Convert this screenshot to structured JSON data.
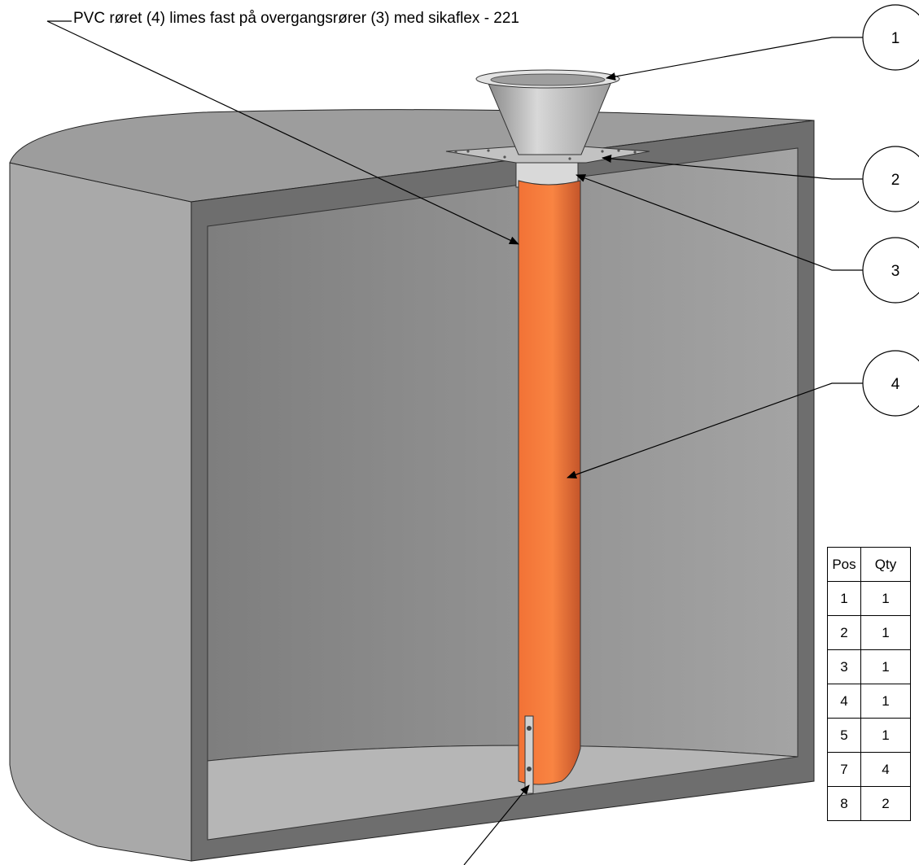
{
  "note": "PVC røret (4) limes fast på overgangsrører (3) med sikaflex - 221",
  "balloons": [
    {
      "label": "1",
      "part": "funnel"
    },
    {
      "label": "2",
      "part": "flange-plate"
    },
    {
      "label": "3",
      "part": "transition-pipe"
    },
    {
      "label": "4",
      "part": "pvc-pipe"
    }
  ],
  "bom": {
    "headers": [
      "Pos",
      "Qty"
    ],
    "rows": [
      {
        "pos": "1",
        "qty": "1"
      },
      {
        "pos": "2",
        "qty": "1"
      },
      {
        "pos": "3",
        "qty": "1"
      },
      {
        "pos": "4",
        "qty": "1"
      },
      {
        "pos": "5",
        "qty": "1"
      },
      {
        "pos": "7",
        "qty": "4"
      },
      {
        "pos": "8",
        "qty": "2"
      }
    ]
  },
  "colors": {
    "pipe": "#f6793a",
    "pipe_shade": "#c4552a",
    "tank_outer": "#a8a8a8",
    "tank_top": "#9e9e9e",
    "tank_inner": "#8c8c8c",
    "rim": "#6f6f6f"
  }
}
